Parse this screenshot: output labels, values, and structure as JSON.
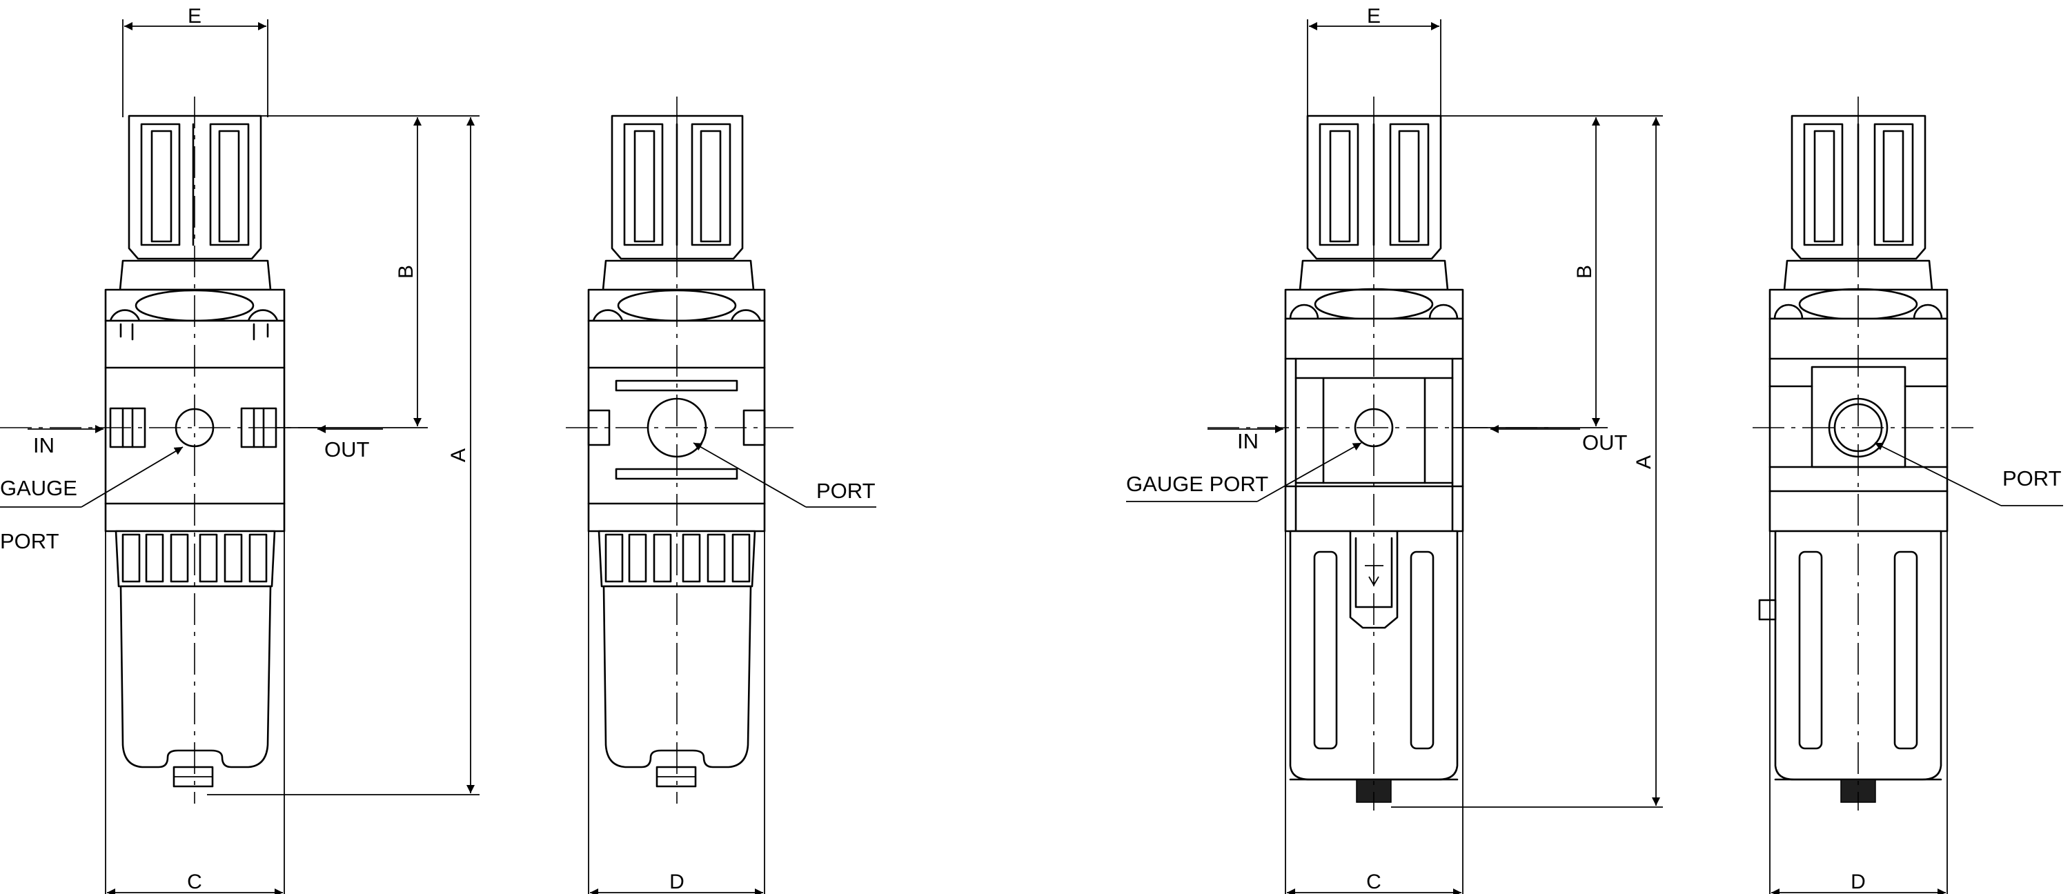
{
  "views": [
    {
      "dims": {
        "top_width": "E",
        "bottom_width": "C",
        "upper_height": "B",
        "total_height": "A"
      },
      "labels": {
        "in": "IN",
        "out": "OUT",
        "gauge_port_line1": "GAUGE",
        "gauge_port_line2": "PORT"
      }
    },
    {
      "dims": {
        "bottom_width": "D"
      },
      "labels": {
        "port": "PORT"
      }
    },
    {
      "dims": {
        "top_width": "E",
        "bottom_width": "C",
        "upper_height": "B",
        "total_height": "A"
      },
      "labels": {
        "in": "IN",
        "out": "OUT",
        "gauge_port": "GAUGE PORT"
      }
    },
    {
      "dims": {
        "bottom_width": "D"
      },
      "labels": {
        "port": "PORT"
      }
    }
  ]
}
